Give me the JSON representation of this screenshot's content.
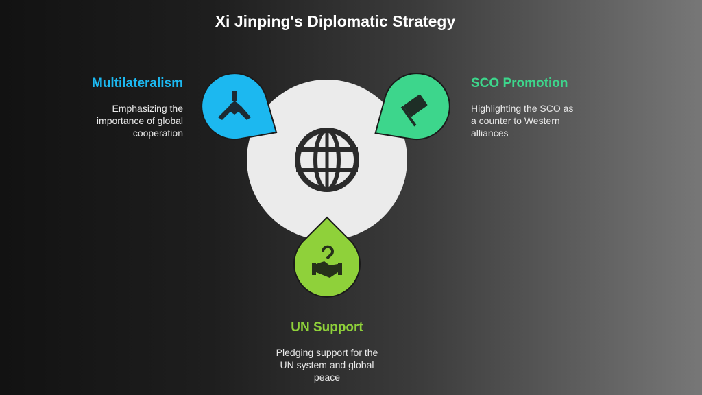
{
  "title": "Xi Jinping's Diplomatic Strategy",
  "center": {
    "icon": "globe-icon"
  },
  "items": [
    {
      "heading": "Multilateralism",
      "lines": [
        "Emphasizing the",
        "importance of global",
        "cooperation"
      ],
      "color": "#1cb8f0",
      "icon": "hands-together-icon"
    },
    {
      "heading": "SCO Promotion",
      "lines": [
        "Highlighting the SCO as",
        "a counter to Western",
        "alliances"
      ],
      "color": "#3dd68c",
      "icon": "flag-icon"
    },
    {
      "heading": "UN Support",
      "lines": [
        "Pledging support for the",
        "UN system and global",
        "peace"
      ],
      "color": "#8fd13a",
      "icon": "handshake-icon"
    }
  ]
}
